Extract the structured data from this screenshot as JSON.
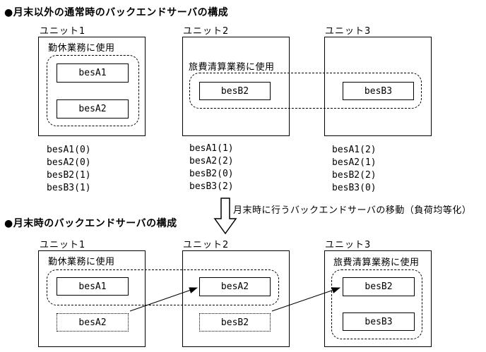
{
  "colors": {
    "line": "#000000",
    "background": "#ffffff"
  },
  "top": {
    "title": "●月末以外の通常時のバックエンドサーバの構成",
    "unit1": {
      "label": "ユニット1",
      "usage": "勤休業務に使用",
      "server1": "besA1",
      "server2": "besA2"
    },
    "unit2": {
      "label": "ユニット2",
      "usage": "旅費清算業務に使用",
      "server1": "besB2"
    },
    "unit3": {
      "label": "ユニット3",
      "server1": "besB3"
    },
    "list1": [
      "besA1(0)",
      "besA2(0)",
      "besB2(1)",
      "besB3(1)"
    ],
    "list2": [
      "besA1(1)",
      "besA2(2)",
      "besB2(0)",
      "besB3(2)"
    ],
    "list3": [
      "besA1(2)",
      "besA2(1)",
      "besB2(2)",
      "besB3(0)"
    ]
  },
  "transition": {
    "label": "月末時に行うバックエンドサーバの移動（負荷均等化）"
  },
  "bottom": {
    "title": "●月末時のバックエンドサーバの構成",
    "unit1": {
      "label": "ユニット1",
      "usage": "勤休業務に使用",
      "server1": "besA1",
      "moved": "besA2"
    },
    "unit2": {
      "label": "ユニット2",
      "server1": "besA2",
      "moved": "besB2"
    },
    "unit3": {
      "label": "ユニット3",
      "usage": "旅費清算業務に使用",
      "server1": "besB2",
      "server2": "besB3"
    }
  }
}
